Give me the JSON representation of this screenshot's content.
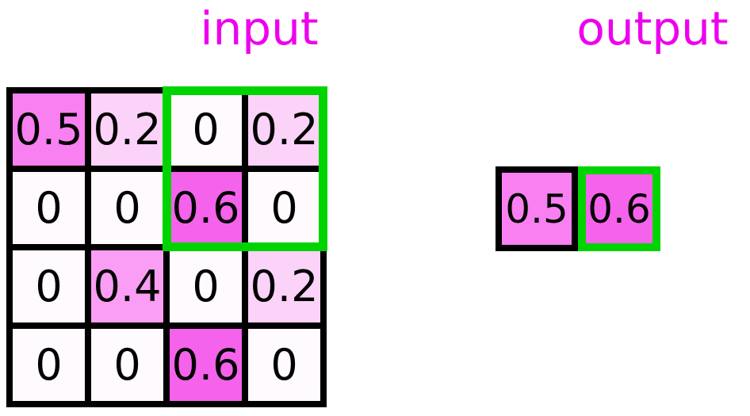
{
  "titles": {
    "input": "input",
    "output": "output"
  },
  "colors": {
    "title": "#EE00EE",
    "highlight": "#00D400",
    "grid_line": "#000000",
    "text": "#000000",
    "value_colors": {
      "0": "#FEFAFE",
      "0.2": "#FBD2F8",
      "0.4": "#F99EF4",
      "0.5": "#F880F0",
      "0.6": "#F562EC"
    }
  },
  "input_grid": {
    "rows": [
      [
        "0.5",
        "0.2",
        "0",
        "0.2"
      ],
      [
        "0",
        "0",
        "0.6",
        "0"
      ],
      [
        "0",
        "0.4",
        "0",
        "0.2"
      ],
      [
        "0",
        "0",
        "0.6",
        "0"
      ]
    ],
    "highlight_region": {
      "row_start": 1,
      "row_end": 2,
      "col_start": 3,
      "col_end": 4
    }
  },
  "output_grid": {
    "cells": [
      {
        "value": "0.5",
        "highlighted": false
      },
      {
        "value": "0.6",
        "highlighted": true
      }
    ]
  }
}
